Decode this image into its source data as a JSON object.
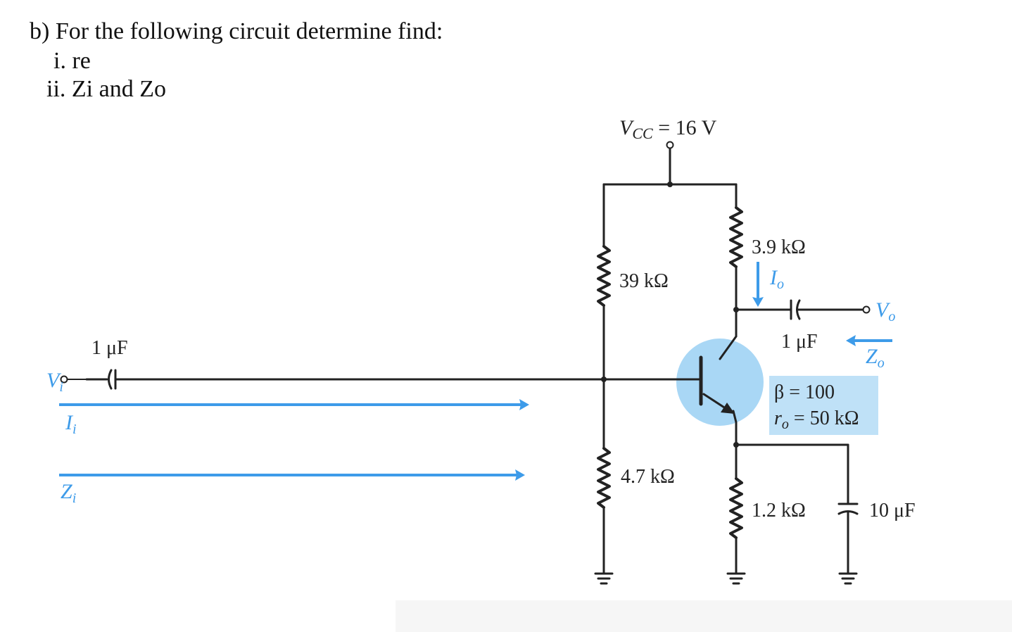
{
  "question": {
    "title": "b)  For the following circuit determine find:",
    "part1": "i. re",
    "part2": "ii. Zi and Zo"
  },
  "circuit": {
    "vcc": "V",
    "vcc_sub": "CC",
    "vcc_value": " = 16 V",
    "rc": "3.9 kΩ",
    "r1": "39 kΩ",
    "r2": "4.7 kΩ",
    "re": "1.2 kΩ",
    "c_in": "1 μF",
    "c_out": "1 μF",
    "c_e": "10 μF",
    "beta": "β = 100",
    "ro_sym": "r",
    "ro_sub": "o",
    "ro_value": " = 50 kΩ",
    "vi": "V",
    "vi_sub": "i",
    "ii": "I",
    "ii_sub": "i",
    "zi": "Z",
    "zi_sub": "i",
    "vo": "V",
    "vo_sub": "o",
    "io": "I",
    "io_sub": "o",
    "zo": "Z",
    "zo_sub": "o"
  },
  "colors": {
    "wire": "#222222",
    "accent_blue": "#3d9be9",
    "transistor_fill": "#a9d7f5",
    "param_box": "#bfe1f7"
  }
}
